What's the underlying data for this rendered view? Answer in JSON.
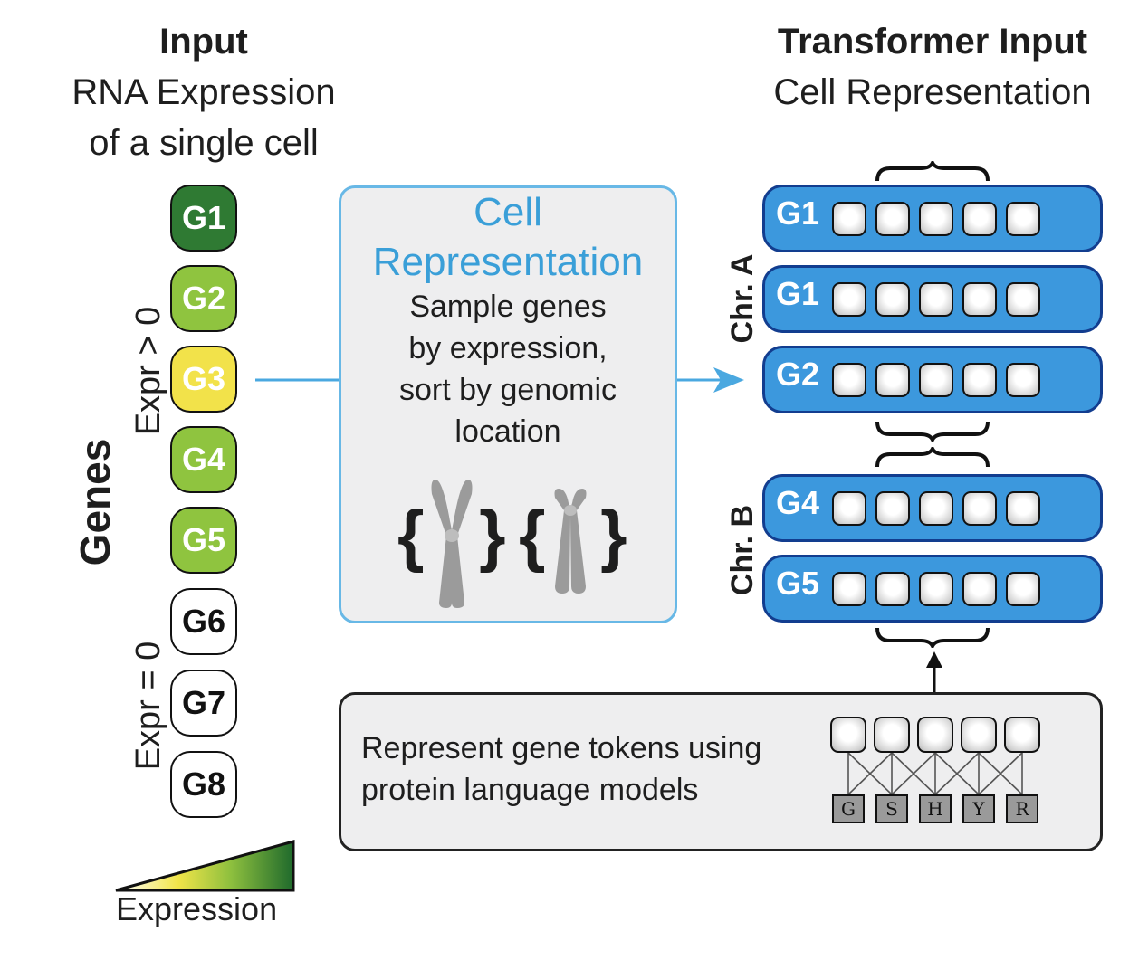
{
  "input": {
    "title": "Input",
    "subtitle_line1": "RNA Expression",
    "subtitle_line2": "of a single cell"
  },
  "genes": {
    "axis_label": "Genes",
    "expr_pos_label": "Expr > 0",
    "expr_zero_label": "Expr = 0",
    "items": [
      {
        "label": "G1",
        "color": "#2f7a33",
        "text_color": "#ffffff"
      },
      {
        "label": "G2",
        "color": "#8fc43f",
        "text_color": "#ffffff"
      },
      {
        "label": "G3",
        "color": "#f2e24a",
        "text_color": "#ffffff"
      },
      {
        "label": "G4",
        "color": "#8fc43f",
        "text_color": "#ffffff"
      },
      {
        "label": "G5",
        "color": "#8fc43f",
        "text_color": "#ffffff"
      },
      {
        "label": "G6",
        "color": "#ffffff",
        "text_color": "#111111"
      },
      {
        "label": "G7",
        "color": "#ffffff",
        "text_color": "#111111"
      },
      {
        "label": "G8",
        "color": "#ffffff",
        "text_color": "#111111"
      }
    ]
  },
  "legend": {
    "label": "Expression",
    "gradient": [
      "#ffffff",
      "#f1e549",
      "#8dbf3e",
      "#1f6a2c"
    ]
  },
  "cell_rep": {
    "title_line1": "Cell",
    "title_line2": "Representation",
    "title_color": "#3a9fd8",
    "body_lines": [
      "Sample genes",
      "by expression,",
      "sort by genomic",
      "location"
    ],
    "brace_open": "{",
    "brace_close": "}"
  },
  "transformer": {
    "title": "Transformer Input",
    "subtitle": "Cell Representation",
    "chr_a_label": "Chr. A",
    "chr_b_label": "Chr. B",
    "rows": [
      "G1",
      "G1",
      "G2",
      "G4",
      "G5"
    ],
    "row_color": "#3c98dd",
    "row_border_color": "#123d8f"
  },
  "protein": {
    "text_line1": "Represent gene tokens using",
    "text_line2": "protein language models",
    "amino_acids": [
      "G",
      "S",
      "H",
      "Y",
      "R"
    ]
  },
  "colors": {
    "arrow": "#4aa8e0"
  }
}
